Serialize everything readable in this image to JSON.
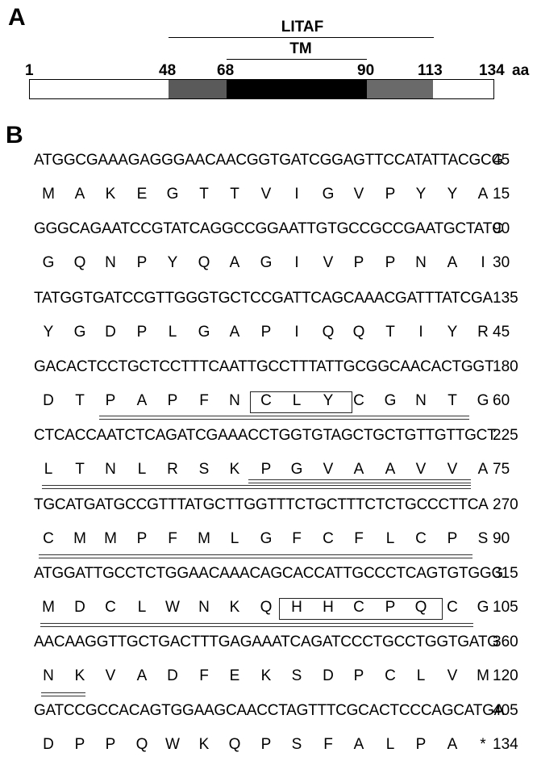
{
  "panel_a": {
    "label": "A",
    "litaf_label": "LITAF",
    "tm_label": "TM",
    "positions": [
      "1",
      "48",
      "68",
      "90",
      "113",
      "134"
    ],
    "unit": "aa",
    "region_colors": {
      "flank": "#ffffff",
      "litaf": "#5a5a5a",
      "tm": "#000000"
    }
  },
  "panel_b": {
    "label": "B",
    "rows": [
      {
        "dna": "ATGGCGAAAGAGGGAACAACGGTGATCGGAGTTCCATATTACGCG",
        "dna_num": "45",
        "aa": [
          "M",
          "A",
          "K",
          "E",
          "G",
          "T",
          "T",
          "V",
          "I",
          "G",
          "V",
          "P",
          "Y",
          "Y",
          "A"
        ],
        "aa_num": "15"
      },
      {
        "dna": "GGGCAGAATCCGTATCAGGCCGGAATTGTGCCGCCGAATGCTATC",
        "dna_num": "90",
        "aa": [
          "G",
          "Q",
          "N",
          "P",
          "Y",
          "Q",
          "A",
          "G",
          "I",
          "V",
          "P",
          "P",
          "N",
          "A",
          "I"
        ],
        "aa_num": "30"
      },
      {
        "dna": "TATGGTGATCCGTTGGGTGCTCCGATTCAGCAAACGATTTATCGA",
        "dna_num": "135",
        "aa": [
          "Y",
          "G",
          "D",
          "P",
          "L",
          "G",
          "A",
          "P",
          "I",
          "Q",
          "Q",
          "T",
          "I",
          "Y",
          "R"
        ],
        "aa_num": "45"
      },
      {
        "dna": "GACACTCCTGCTCCTTTCAATTGCCTTTATTGCGGCAACACTGGT",
        "dna_num": "180",
        "aa": [
          "D",
          "T",
          "P",
          "A",
          "P",
          "F",
          "N",
          "C",
          "L",
          "Y",
          "C",
          "G",
          "N",
          "T",
          "G"
        ],
        "aa_num": "60"
      },
      {
        "dna": "CTCACCAATCTCAGATCGAAACCTGGTGTAGCTGCTGTTGTTGCT",
        "dna_num": "225",
        "aa": [
          "L",
          "T",
          "N",
          "L",
          "R",
          "S",
          "K",
          "P",
          "G",
          "V",
          "A",
          "A",
          "V",
          "V",
          "A"
        ],
        "aa_num": "75"
      },
      {
        "dna": "TGCATGATGCCGTTTATGCTTGGTTTCTGCTTTCTCTGCCCTTCA",
        "dna_num": "270",
        "aa": [
          "C",
          "M",
          "M",
          "P",
          "F",
          "M",
          "L",
          "G",
          "F",
          "C",
          "F",
          "L",
          "C",
          "P",
          "S"
        ],
        "aa_num": "90"
      },
      {
        "dna": "ATGGATTGCCTCTGGAACAAACAGCACCATTGCCCTCAGTGTGGG",
        "dna_num": "315",
        "aa": [
          "M",
          "D",
          "C",
          "L",
          "W",
          "N",
          "K",
          "Q",
          "H",
          "H",
          "C",
          "P",
          "Q",
          "C",
          "G"
        ],
        "aa_num": "105"
      },
      {
        "dna": "AACAAGGTTGCTGACTTTGAGAAATCAGATCCCTGCCTGGTGATG",
        "dna_num": "360",
        "aa": [
          "N",
          "K",
          "V",
          "A",
          "D",
          "F",
          "E",
          "K",
          "S",
          "D",
          "P",
          "C",
          "L",
          "V",
          "M"
        ],
        "aa_num": "120"
      },
      {
        "dna": "GATCCGCCACAGTGGAAGCAACCTAGTTTCGCACTCCCAGCATGA",
        "dna_num": "405",
        "aa": [
          "D",
          "P",
          "P",
          "Q",
          "W",
          "K",
          "Q",
          "P",
          "S",
          "F",
          "A",
          "L",
          "P",
          "A",
          "*"
        ],
        "aa_num": "134"
      }
    ]
  }
}
